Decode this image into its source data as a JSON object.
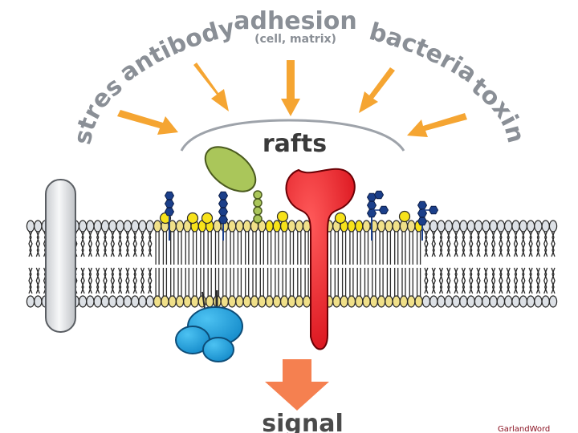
{
  "stimuli": {
    "stress": "stress",
    "antibody": "antibody",
    "adhesion": "adhesion",
    "adhesion_sub": "(cell, matrix)",
    "bacteria": "bacteria",
    "toxin": "toxin"
  },
  "rafts_label": "rafts",
  "signal_label": "signal",
  "logo_text": "GarlandWord",
  "colors": {
    "arrow": "#f5a532",
    "signal_arrow": "#f58050",
    "bilayer_outline": "#2a2a2a",
    "lipid_head_grey": "#dde1e6",
    "raft_head": "#f0e089",
    "raft_head_bright": "#f7e21a",
    "red_protein": "#e8202a",
    "blue_protein": "#1a9fd8",
    "green_protein": "#aac65a",
    "navy_sugar": "#1b3f8a",
    "grey_protein": "#d9dbdd"
  },
  "icons": {
    "grey_protein": "transmembrane-protein",
    "red_protein": "raft-receptor-protein",
    "blue_protein": "signaling-protein",
    "green_protein": "gpi-anchored-protein"
  }
}
